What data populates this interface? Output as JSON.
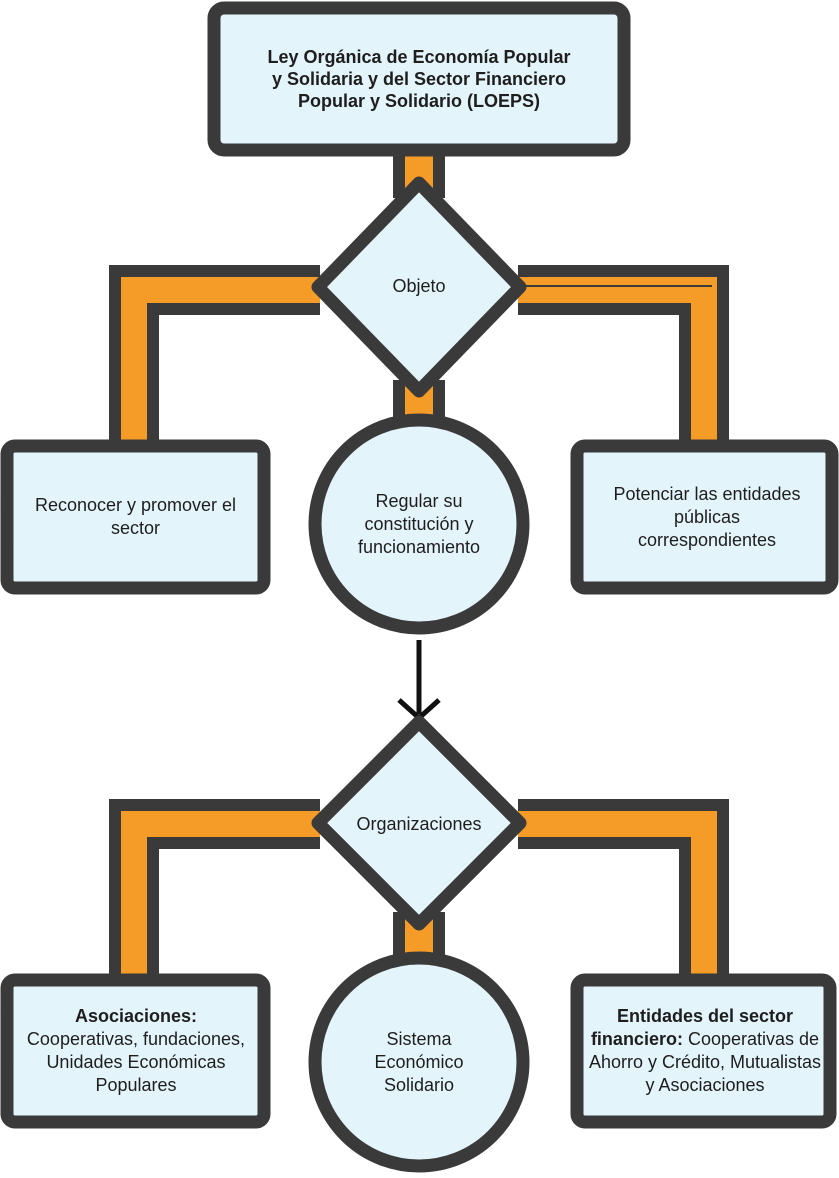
{
  "colors": {
    "box_fill": "#e3f4fb",
    "stroke": "#3a3a3a",
    "connector": "#f59c28"
  },
  "diagram": {
    "title": "Ley Orgánica de Economía Popular y Solidaria y del Sector Financiero Popular y Solidario (LOEPS)",
    "section1": {
      "decision": "Objeto",
      "left": "Reconocer y promover el sector",
      "center": "Regular su constitución y funcionamiento",
      "right": "Potenciar las entidades públicas correspondientes"
    },
    "section2": {
      "decision": "Organizaciones",
      "left_bold": "Asociaciones:",
      "left_rest": "Cooperativas, fundaciones, Unidades Económicas Populares",
      "center": "Sistema Económico Solidario",
      "right_bold": "Entidades del sector financiero:",
      "right_rest": "Cooperativas de Ahorro y Crédito, Mutualistas y Asociaciones"
    }
  }
}
